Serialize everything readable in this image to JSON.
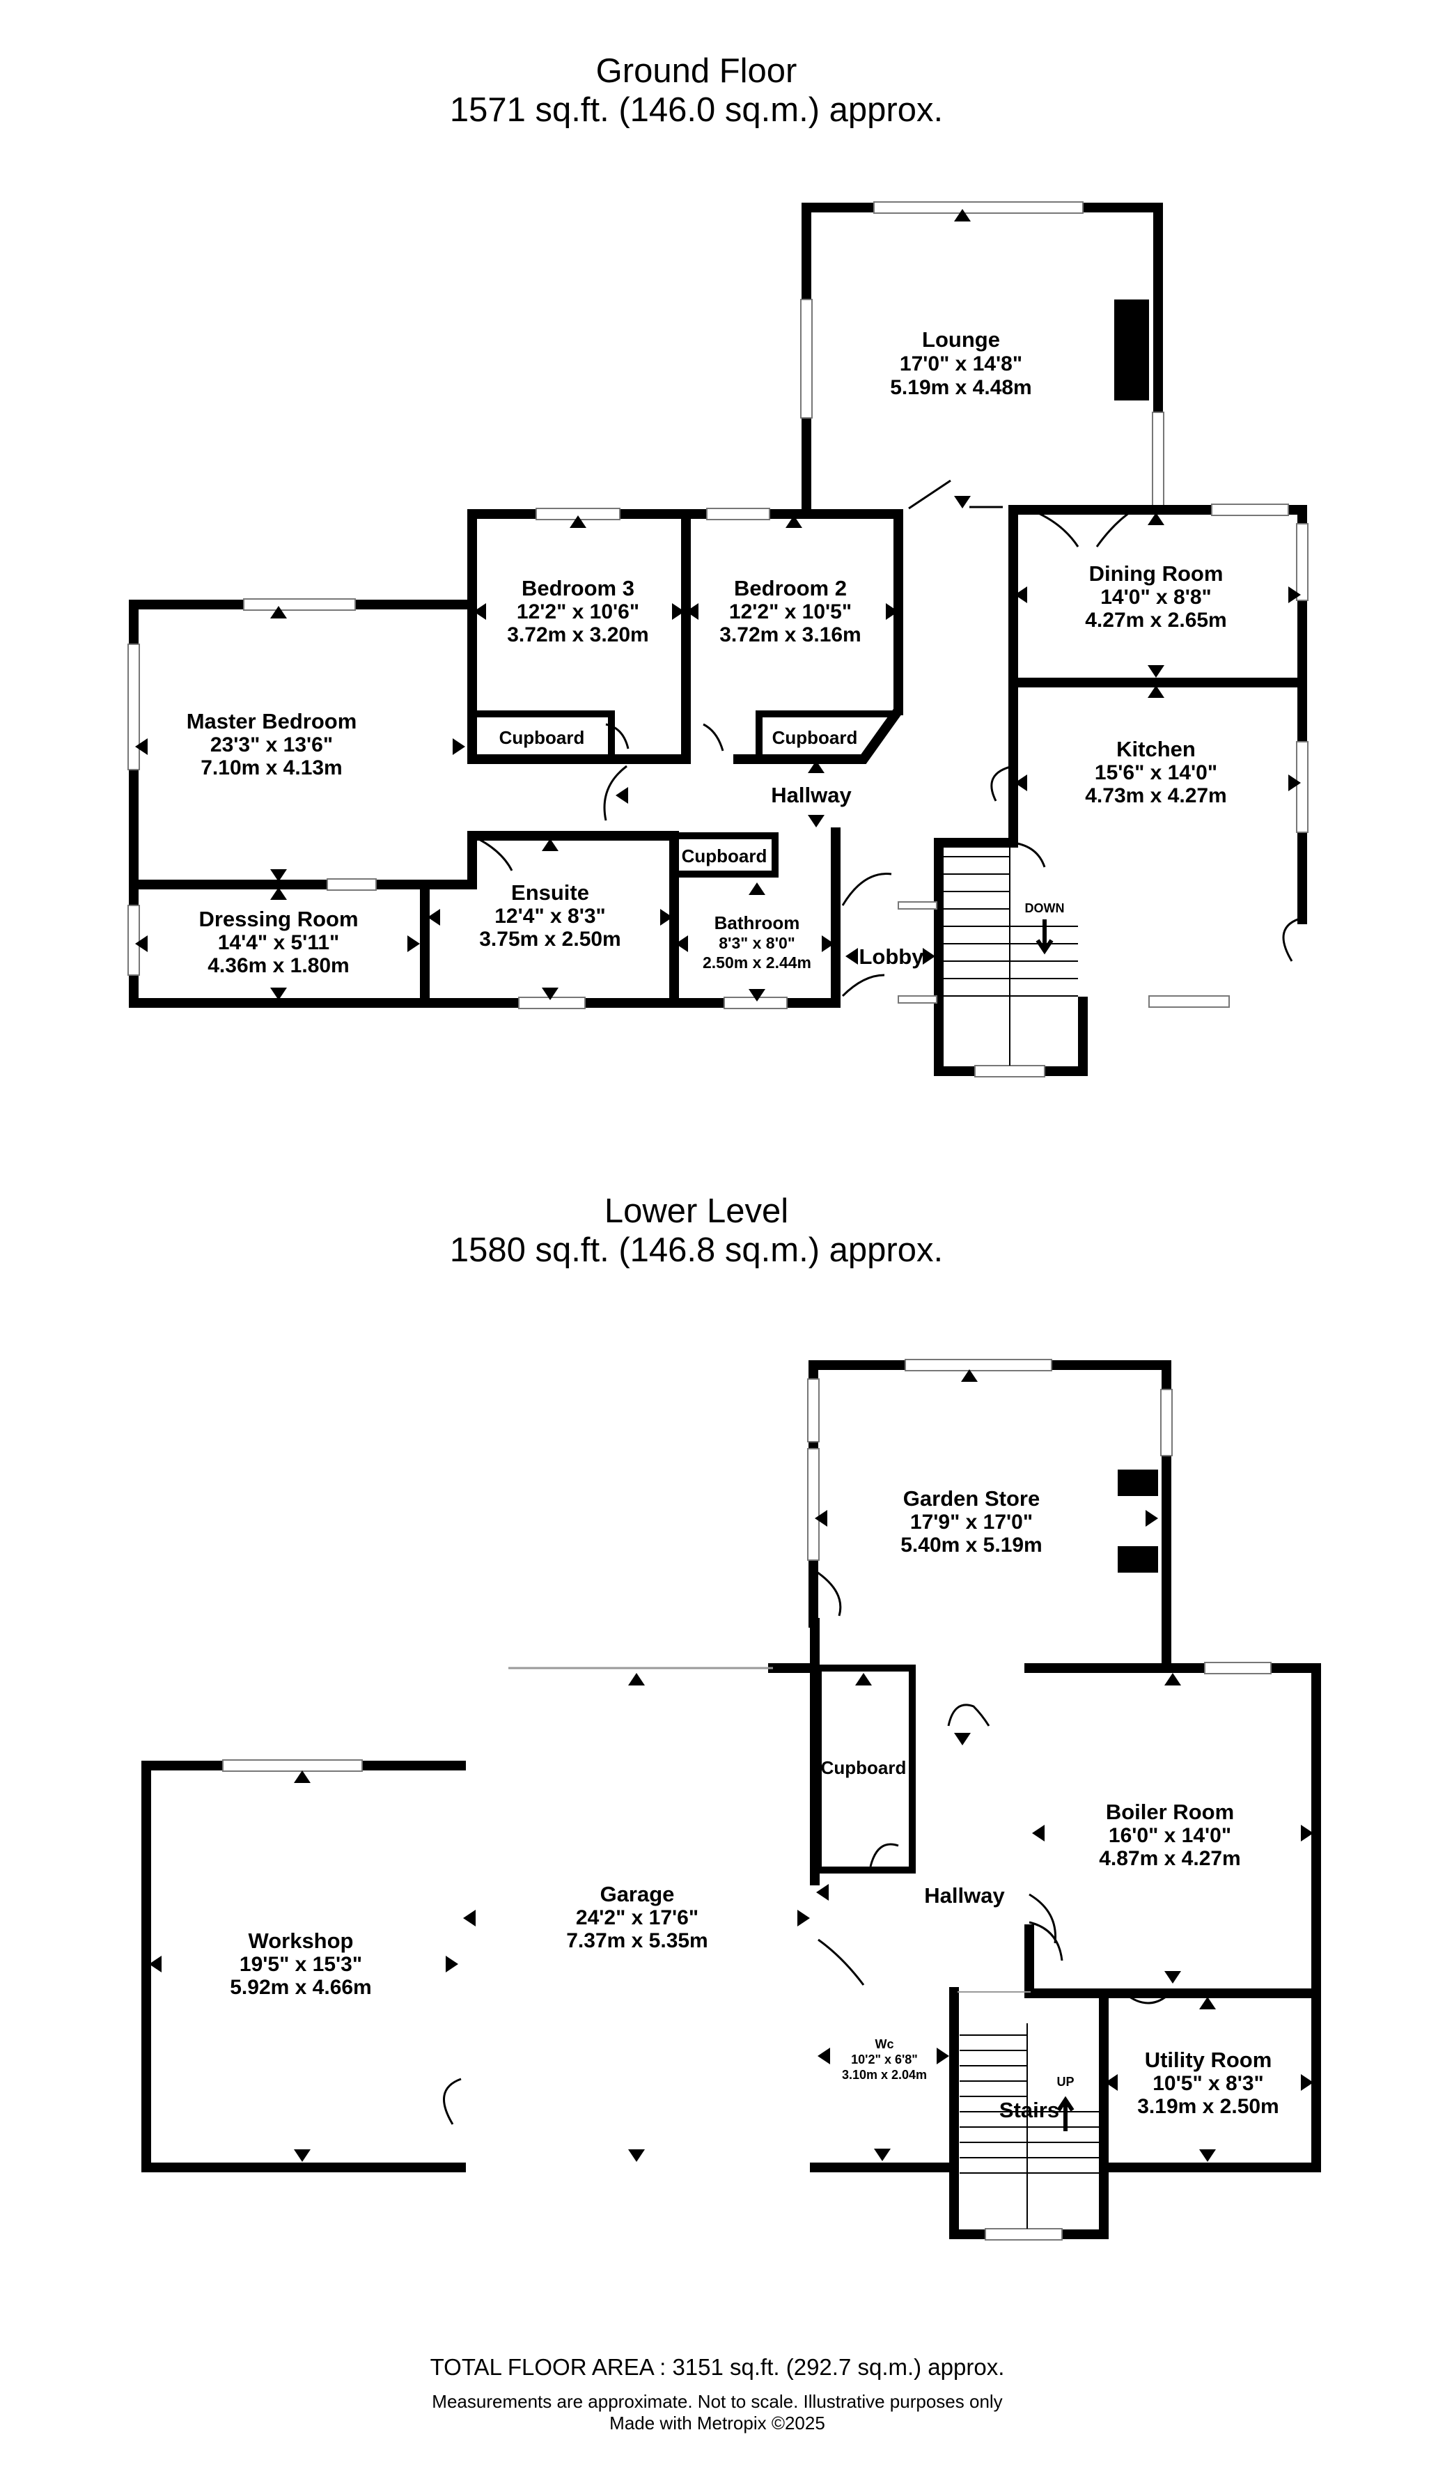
{
  "ground_floor": {
    "title": "Ground Floor",
    "area": "1571 sq.ft. (146.0 sq.m.) approx.",
    "rooms": {
      "lounge": {
        "name": "Lounge",
        "imperial": "17'0\" x 14'8\"",
        "metric": "5.19m x 4.48m"
      },
      "bedroom3": {
        "name": "Bedroom 3",
        "imperial": "12'2\" x 10'6\"",
        "metric": "3.72m x 3.20m"
      },
      "bedroom2": {
        "name": "Bedroom 2",
        "imperial": "12'2\" x 10'5\"",
        "metric": "3.72m x 3.16m"
      },
      "dining": {
        "name": "Dining Room",
        "imperial": "14'0\" x 8'8\"",
        "metric": "4.27m x 2.65m"
      },
      "master": {
        "name": "Master Bedroom",
        "imperial": "23'3\" x 13'6\"",
        "metric": "7.10m x 4.13m"
      },
      "kitchen": {
        "name": "Kitchen",
        "imperial": "15'6\" x 14'0\"",
        "metric": "4.73m x 4.27m"
      },
      "dressing": {
        "name": "Dressing Room",
        "imperial": "14'4\" x 5'11\"",
        "metric": "4.36m x 1.80m"
      },
      "ensuite": {
        "name": "Ensuite",
        "imperial": "12'4\" x 8'3\"",
        "metric": "3.75m x 2.50m"
      },
      "bathroom": {
        "name": "Bathroom",
        "imperial": "8'3\" x 8'0\"",
        "metric": "2.50m x 2.44m"
      }
    },
    "labels": {
      "cupboard": "Cupboard",
      "hallway": "Hallway",
      "lobby": "Lobby",
      "down": "DOWN"
    }
  },
  "lower_level": {
    "title": "Lower Level",
    "area": "1580 sq.ft. (146.8 sq.m.) approx.",
    "rooms": {
      "garden_store": {
        "name": "Garden Store",
        "imperial": "17'9\" x 17'0\"",
        "metric": "5.40m x 5.19m"
      },
      "boiler": {
        "name": "Boiler Room",
        "imperial": "16'0\" x 14'0\"",
        "metric": "4.87m x 4.27m"
      },
      "garage": {
        "name": "Garage",
        "imperial": "24'2\" x 17'6\"",
        "metric": "7.37m x 5.35m"
      },
      "workshop": {
        "name": "Workshop",
        "imperial": "19'5\" x 15'3\"",
        "metric": "5.92m x 4.66m"
      },
      "wc": {
        "name": "Wc",
        "imperial": "10'2\" x 6'8\"",
        "metric": "3.10m x 2.04m"
      },
      "utility": {
        "name": "Utility Room",
        "imperial": "10'5\" x 8'3\"",
        "metric": "3.19m x 2.50m"
      }
    },
    "labels": {
      "cupboard": "Cupboard",
      "hallway": "Hallway",
      "stairs": "Stairs",
      "up": "UP"
    }
  },
  "footer": {
    "total": "TOTAL FLOOR AREA : 3151 sq.ft. (292.7 sq.m.) approx.",
    "disclaimer": "Measurements are approximate.  Not to scale.  Illustrative purposes only",
    "credit": "Made with Metropix ©2025"
  }
}
